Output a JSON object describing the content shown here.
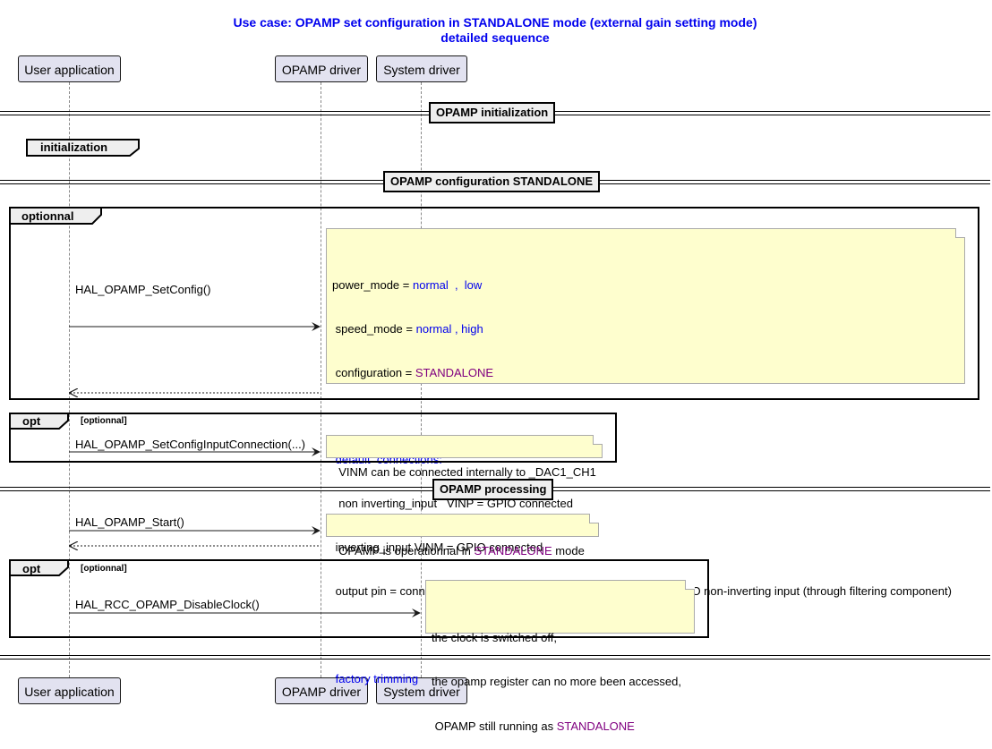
{
  "title": {
    "line1": "Use case: OPAMP set configuration in STANDALONE mode (external gain setting mode)",
    "line2": "detailed sequence"
  },
  "participants": [
    "User application",
    "OPAMP driver",
    "System driver"
  ],
  "dividers": [
    "OPAMP initialization",
    "OPAMP configuration STANDALONE",
    "OPAMP processing"
  ],
  "ref_box": "initialization",
  "groups": {
    "g1": {
      "tag": "optionnal",
      "cond": ""
    },
    "g2": {
      "tag": "opt",
      "cond": "[optionnal]"
    },
    "g3": {
      "tag": "opt",
      "cond": "[optionnal]"
    }
  },
  "messages": {
    "m1": "HAL_OPAMP_SetConfig()",
    "m2": "HAL_OPAMP_SetConfigInputConnection(...)",
    "m3": "HAL_OPAMP_Start()",
    "m4": "HAL_RCC_OPAMP_DisableClock()"
  },
  "notes": {
    "n1": {
      "power_label": "power_mode = ",
      "power_values": "normal  ,  low",
      "speed_label": " speed_mode = ",
      "speed_values": "normal , high",
      "config_label": " configuration = ",
      "config_value": "STANDALONE",
      "default_connections": " default  connections:",
      "non_inv": "  non inverting_input   VINP = GPIO connected",
      "inv": " inverting_input VINM = GPIO connected",
      "output": " output pin = connected internally to an ADC input, and by user to GPIO non-inverting input (through filtering component)",
      "factory": " factory trimming"
    },
    "n2": "VINM can be connected internally to _DAC1_CH1",
    "n3": {
      "prefix": "OPAMP is operationnal in ",
      "value": "STANDALONE",
      "suffix": " mode"
    },
    "n4": {
      "line1": "the clock is switched off,",
      "line2": "the opamp register can no more been accessed,",
      "line3_prefix": " OPAMP still running as ",
      "line3_value": "STANDALONE"
    }
  },
  "colors": {
    "title": "#0000ee",
    "participant_bg": "#e2e2f0",
    "note_bg": "#fefece",
    "keyword_blue": "#0000ee",
    "keyword_purple": "#800080"
  }
}
